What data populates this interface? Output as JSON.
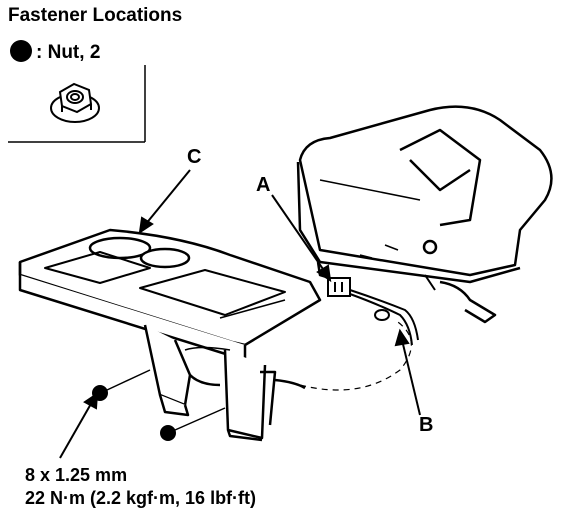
{
  "title": "Fastener Locations",
  "legend": {
    "symbol": "filled-circle",
    "text": ": Nut, 2"
  },
  "callouts": {
    "a": "A",
    "b": "B",
    "c": "C"
  },
  "spec": {
    "size": "8 x 1.25 mm",
    "torque": "22 N·m (2.2 kgf·m, 16 lbf·ft)"
  },
  "icons": [
    "nut-icon",
    "nut-location-marker",
    "connector-icon"
  ]
}
